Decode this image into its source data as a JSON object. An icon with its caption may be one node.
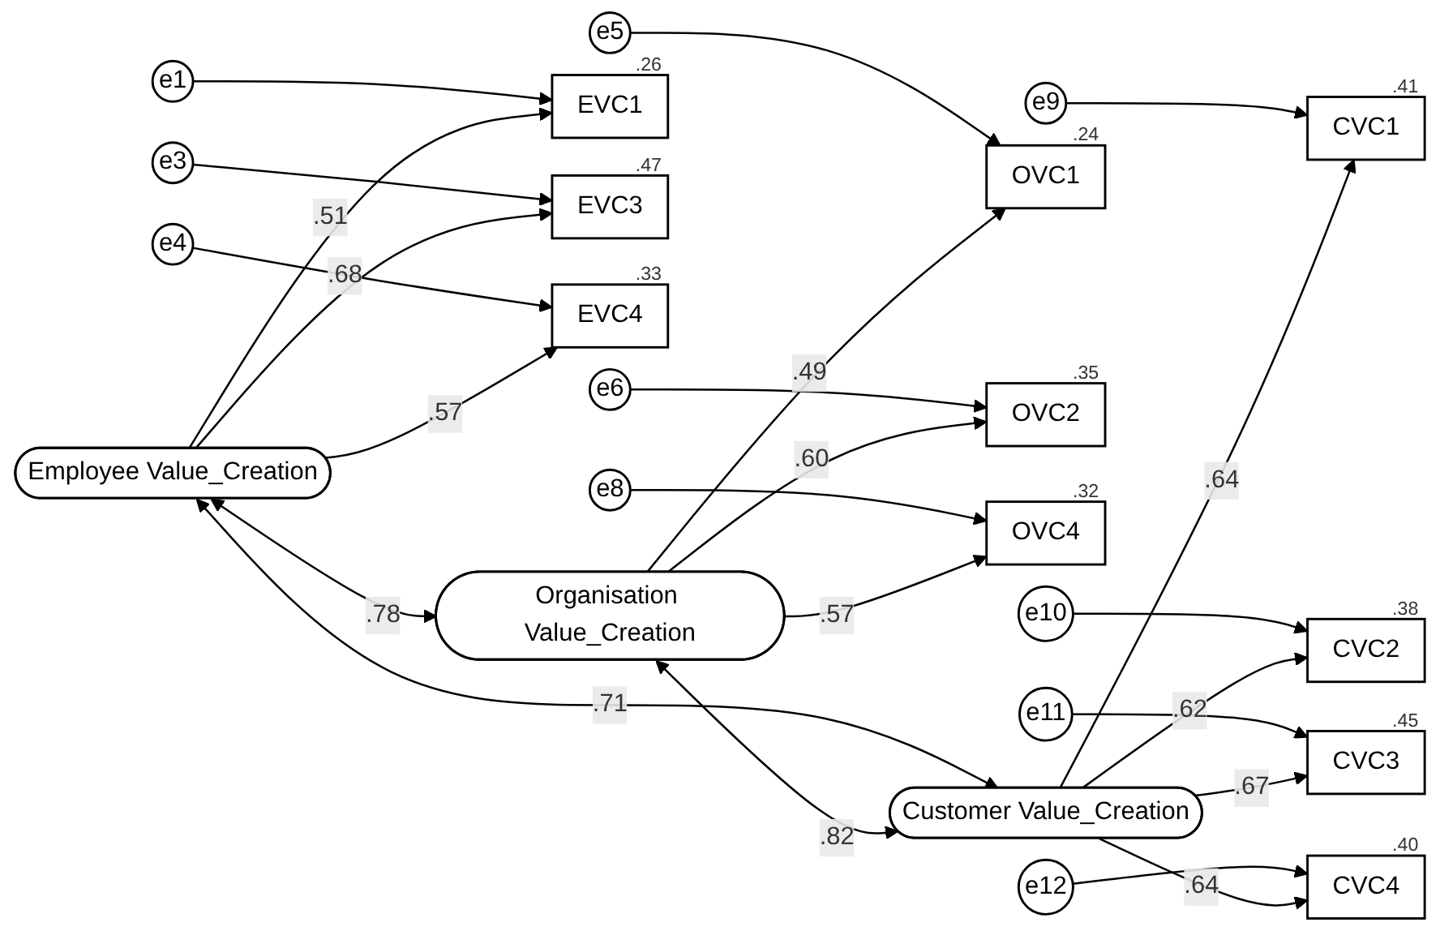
{
  "diagram": {
    "nodes": [
      {
        "text": [
          "Employee Value_Creation"
        ]
      },
      {
        "text": [
          "Organisation Value_Creation"
        ]
      },
      {
        "text": [
          "Customer Value_Creation"
        ]
      },
      {
        "text": [
          "EVC1"
        ],
        "beside": [
          ".26"
        ]
      },
      {
        "text": [
          "EVC3"
        ],
        "beside": [
          ".47"
        ]
      },
      {
        "text": [
          "EVC4"
        ],
        "beside": [
          ".33"
        ]
      },
      {
        "text": [
          "OVC1"
        ],
        "beside": [
          ".24"
        ]
      },
      {
        "text": [
          "OVC2"
        ],
        "beside": [
          ".35"
        ]
      },
      {
        "text": [
          "OVC4"
        ],
        "beside": [
          ".32"
        ]
      },
      {
        "text": [
          "CVC1"
        ],
        "beside": [
          ".41"
        ]
      },
      {
        "text": [
          "CVC2"
        ],
        "beside": [
          ".38"
        ]
      },
      {
        "text": [
          "CVC3"
        ],
        "beside": [
          ".45"
        ]
      },
      {
        "text": [
          "CVC4"
        ],
        "beside": [
          ".40"
        ]
      },
      {
        "text": [
          "e1"
        ]
      },
      {
        "text": [
          "e3"
        ]
      },
      {
        "text": [
          "e4"
        ]
      },
      {
        "text": [
          "e5"
        ]
      },
      {
        "text": [
          "e6"
        ]
      },
      {
        "text": [
          "e8"
        ]
      },
      {
        "text": [
          "e9"
        ]
      },
      {
        "text": [
          "e10"
        ]
      },
      {
        "text": [
          "e11"
        ]
      },
      {
        "text": [
          "e12"
        ]
      }
    ],
    "edges": [
      {
        "from": 0,
        "to": 1,
        "arrow": "both",
        "label": ".78"
      },
      {
        "from": 1,
        "to": 2,
        "arrow": "both",
        "label": ".82"
      },
      {
        "from": 0,
        "to": 2,
        "arrow": "both",
        "label": ".71"
      },
      {
        "from": 0,
        "to": 3,
        "arrow": "to",
        "label": ".51"
      },
      {
        "from": 0,
        "to": 4,
        "arrow": "to",
        "label": ".68"
      },
      {
        "from": 0,
        "to": 5,
        "arrow": "to",
        "label": ".57"
      },
      {
        "from": 1,
        "to": 6,
        "arrow": "to",
        "label": ".49"
      },
      {
        "from": 1,
        "to": 7,
        "arrow": "to",
        "label": ".60"
      },
      {
        "from": 1,
        "to": 8,
        "arrow": "to",
        "label": ".57"
      },
      {
        "from": 2,
        "to": 9,
        "arrow": "to",
        "label": ".64"
      },
      {
        "from": 2,
        "to": 10,
        "arrow": "to",
        "label": ".62"
      },
      {
        "from": 2,
        "to": 11,
        "arrow": "to",
        "label": ".67"
      },
      {
        "from": 2,
        "to": 12,
        "arrow": "to",
        "label": ".64"
      },
      {
        "from": 13,
        "to": 3,
        "arrow": "to"
      },
      {
        "from": 14,
        "to": 4,
        "arrow": "to"
      },
      {
        "from": 15,
        "to": 5,
        "arrow": "to"
      },
      {
        "from": 16,
        "to": 6,
        "arrow": "to"
      },
      {
        "from": 17,
        "to": 7,
        "arrow": "to"
      },
      {
        "from": 18,
        "to": 8,
        "arrow": "to"
      },
      {
        "from": 19,
        "to": 9,
        "arrow": "to"
      },
      {
        "from": 20,
        "to": 10,
        "arrow": "to"
      },
      {
        "from": 21,
        "to": 11,
        "arrow": "to"
      },
      {
        "from": 22,
        "to": 12,
        "arrow": "to"
      }
    ]
  }
}
